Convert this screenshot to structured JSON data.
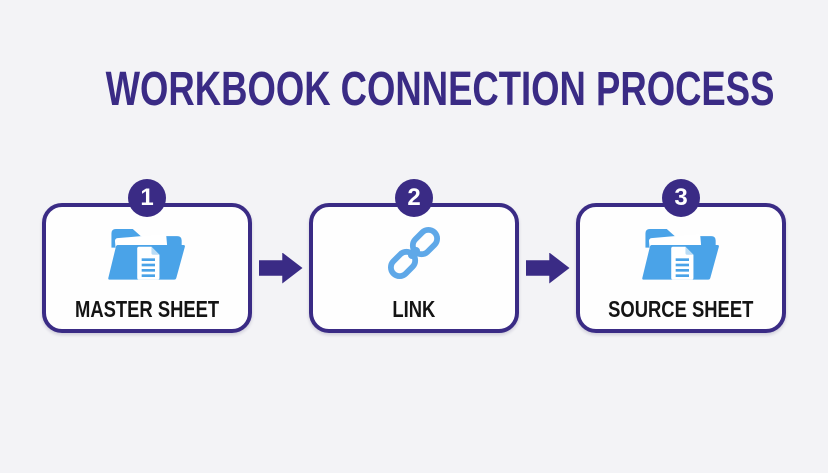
{
  "title": "WORKBOOK CONNECTION PROCESS",
  "colors": {
    "background": "#f3f3f6",
    "indigo": "#3a2b85",
    "card_bg": "#fefefe",
    "folder_blue": "#4aa3e8",
    "link_blue": "#5fa8e8",
    "label_color": "#141414"
  },
  "steps": [
    {
      "number": "1",
      "label": "MASTER SHEET",
      "icon": "folder-document-icon"
    },
    {
      "number": "2",
      "label": "LINK",
      "icon": "chain-link-icon"
    },
    {
      "number": "3",
      "label": "SOURCE SHEET",
      "icon": "folder-document-icon"
    }
  ]
}
